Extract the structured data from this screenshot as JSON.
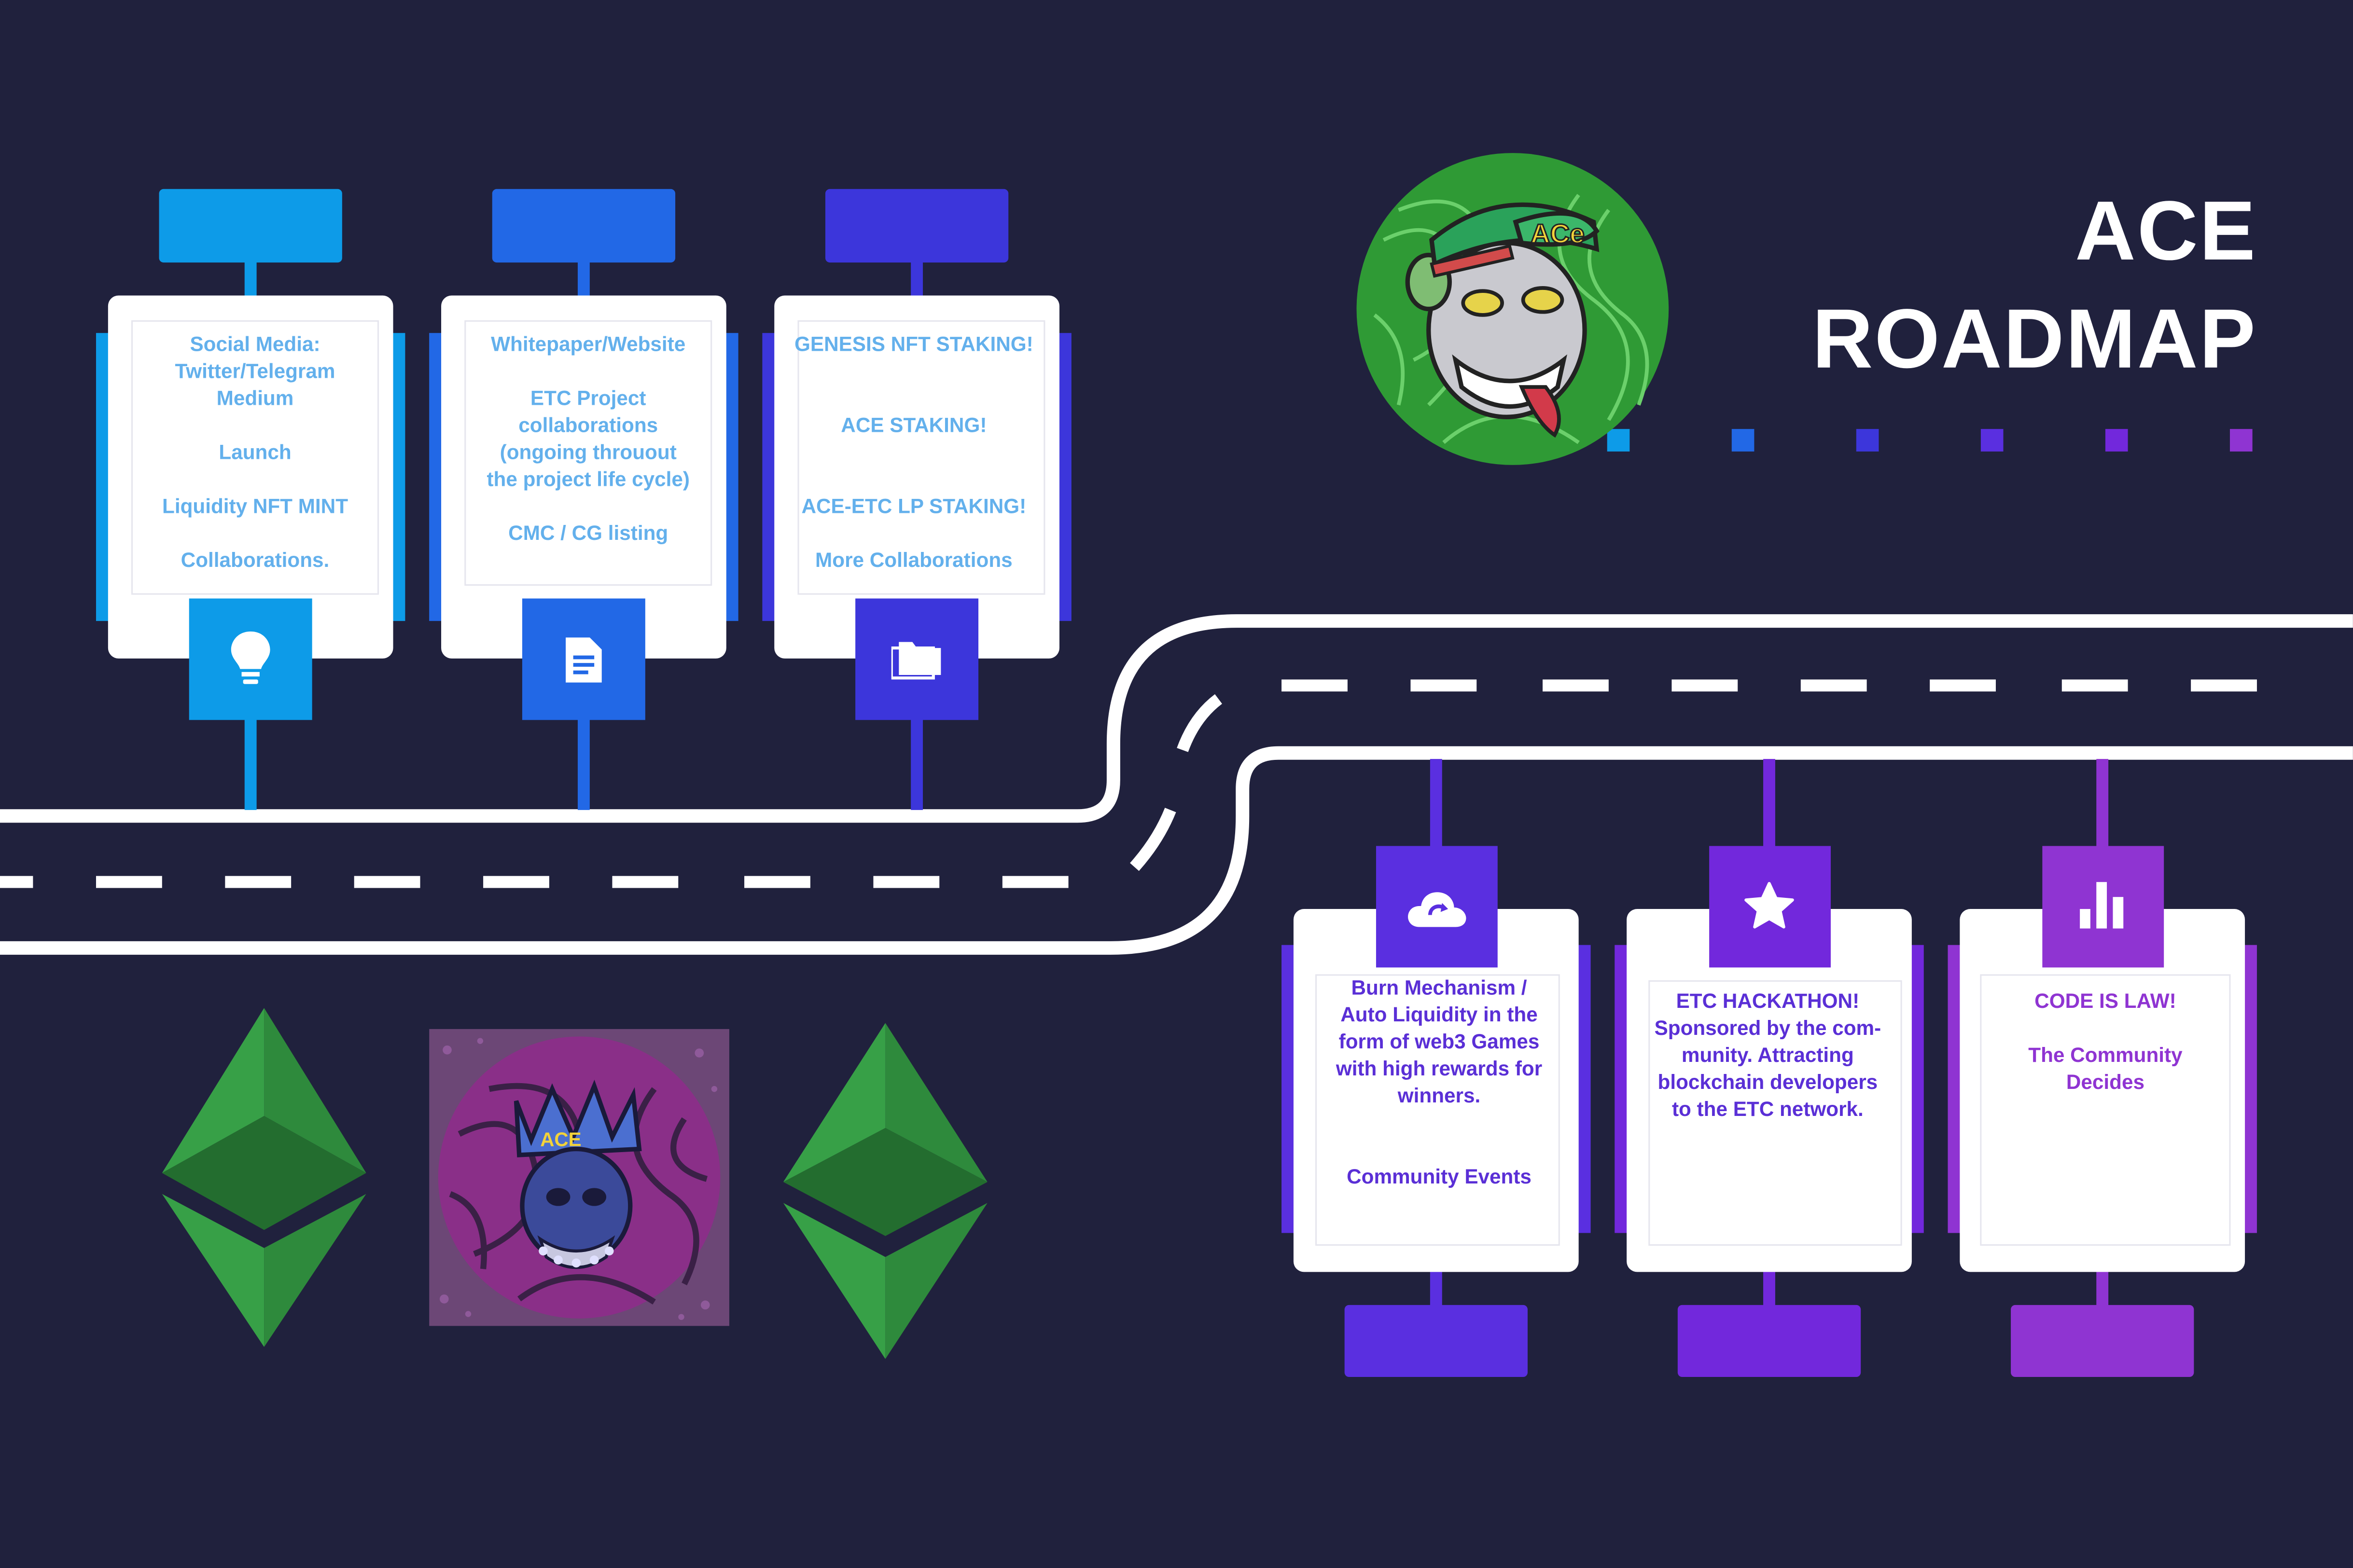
{
  "title": {
    "line1": "ACE",
    "line2": "ROADMAP"
  },
  "colors": {
    "background": "#20213d",
    "step1": "#0d9be8",
    "step2": "#2268e6",
    "step3": "#3c36db",
    "step4": "#5a2fe0",
    "step5": "#7228dc",
    "step6": "#8f34d2",
    "top_text": "#63b0ec",
    "bottom_text": "#5a2fd6",
    "eth_green": "#2e8a3c"
  },
  "phases_top": [
    {
      "icon": "lightbulb-icon",
      "lines": [
        "Social Media:",
        "Twitter/Telegram",
        "Medium",
        "",
        "Launch",
        "",
        "Liquidity NFT MINT",
        "",
        "Collaborations."
      ]
    },
    {
      "icon": "document-icon",
      "lines": [
        "Whitepaper/Website",
        "",
        "ETC Project",
        "collaborations",
        "(ongoing throuout",
        "the project life cycle)",
        "",
        "CMC / CG listing"
      ]
    },
    {
      "icon": "folders-icon",
      "lines": [
        "GENESIS NFT STAKING!",
        "",
        "",
        "ACE STAKING!",
        "",
        "",
        "ACE-ETC LP STAKING!",
        "",
        "More Collaborations"
      ]
    }
  ],
  "phases_bottom": [
    {
      "icon": "cloud-sync-icon",
      "lines": [
        "Burn Mechanism /",
        "Auto Liquidity in the",
        "form of web3 Games",
        "with high rewards for",
        "winners.",
        "",
        "",
        "Community Events"
      ]
    },
    {
      "icon": "star-icon",
      "lines": [
        "ETC HACKATHON!",
        "Sponsored by the com-",
        "munity. Attracting",
        "blockchain developers",
        "to the ETC network."
      ]
    },
    {
      "icon": "bar-chart-icon",
      "lines": [
        "CODE IS LAW!",
        "",
        "The Community",
        "Decides"
      ]
    }
  ]
}
